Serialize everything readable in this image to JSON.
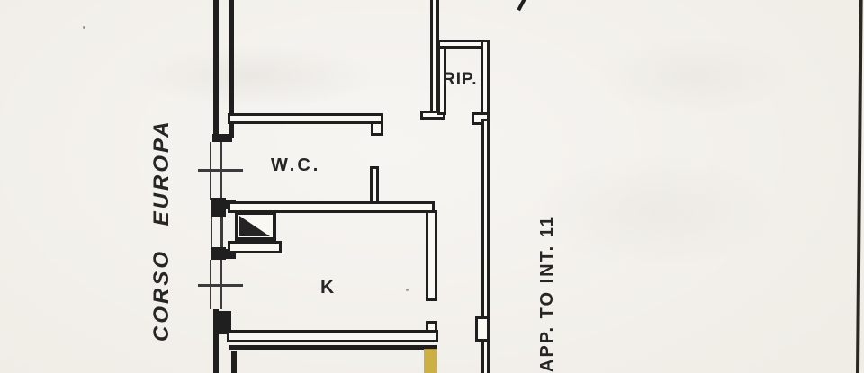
{
  "document": {
    "kind": "scanned apartment floor plan",
    "colors": {
      "paper": "#f0ede7",
      "ink": "#1f1f1f",
      "highlight_yellow": "#c6a62d"
    }
  },
  "labels": {
    "street_name": "CORSO EUROPA",
    "apartment_ref": "APP. TO INT. 11",
    "room_wc": "W.C.",
    "room_k": "K",
    "room_rip": "RIP."
  }
}
